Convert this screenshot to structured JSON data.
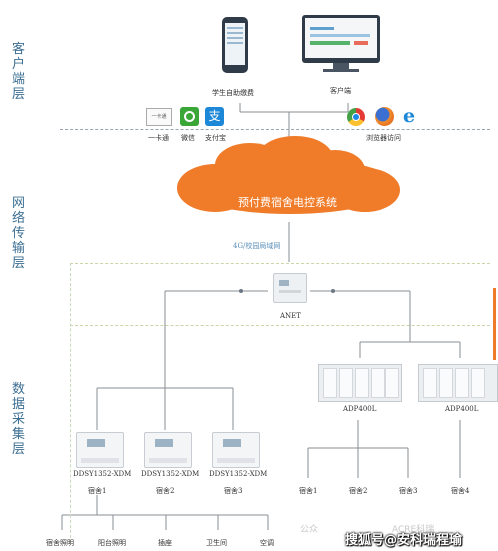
{
  "layers": {
    "client": "客户端层",
    "network": "网络传输层",
    "data": "数据采集层"
  },
  "client": {
    "phone_label": "学生自助缴费",
    "pc_label": "客户端",
    "browser_label": "浏览器访问",
    "card_icon_text": "一卡通",
    "pay_methods": [
      "一卡通",
      "微信",
      "支付宝"
    ]
  },
  "cloud": {
    "title": "预付费宿舍电控系统"
  },
  "network": {
    "link_label": "4G/校园局域网",
    "gateway_label": "ANET"
  },
  "devices": {
    "meters": [
      "DDSY1352-XDM",
      "DDSY1352-XDM",
      "DDSY1352-XDM"
    ],
    "meter_rooms": [
      "宿舍1",
      "宿舍2",
      "宿舍3"
    ],
    "adp_units": [
      "ADP400L",
      "ADP400L"
    ],
    "adp_rooms": [
      "宿舍1",
      "宿舍2",
      "宿舍3",
      "宿舍4"
    ],
    "loads": [
      "宿舍照明",
      "阳台照明",
      "插座",
      "卫生间",
      "空调"
    ]
  },
  "watermark": {
    "primary": "搜狐号@安科瑞程瑜",
    "secondary_prefix": "公众",
    "secondary_rest": "ACRE科瑞"
  },
  "colors": {
    "cloud": "#f07c2a",
    "layer_text": "#3d6f93",
    "accent_orange": "#ee7a2c",
    "wechat": "#3aa637",
    "alipay": "#1e88d8"
  }
}
